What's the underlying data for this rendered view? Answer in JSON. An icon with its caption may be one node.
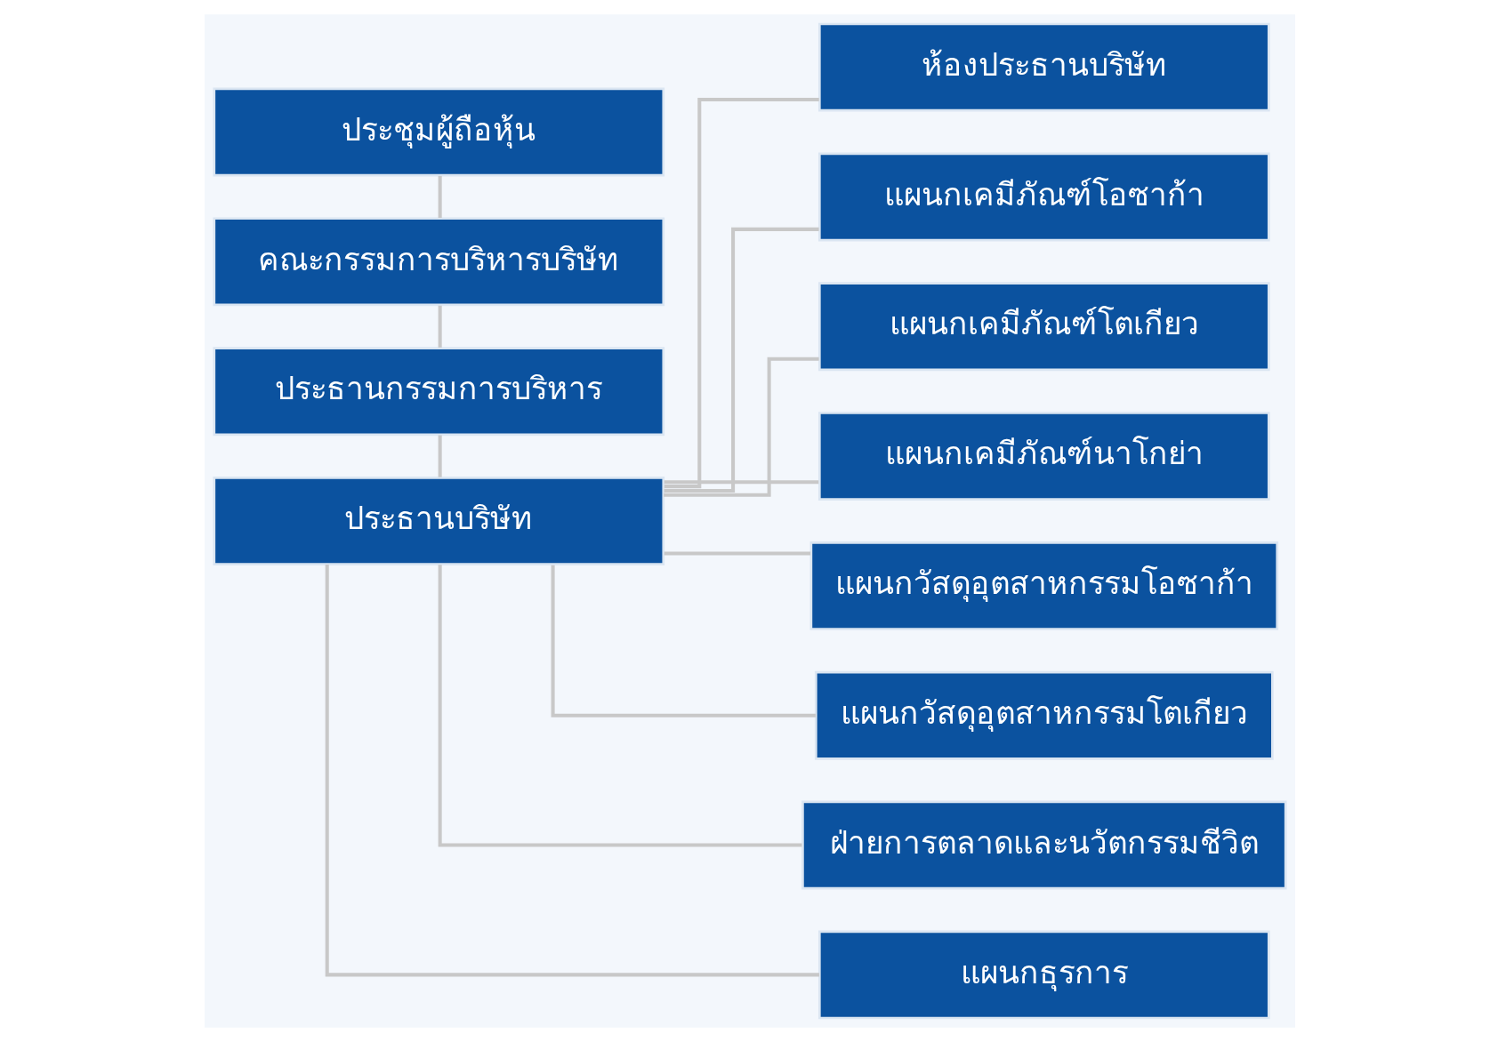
{
  "diagram": {
    "nodes": [
      {
        "text": [
          "ประชุมผู้ถือหุ้น"
        ]
      },
      {
        "text": [
          "คณะกรรมการบริหารบริษัท"
        ]
      },
      {
        "text": [
          "ประธานกรรมการบริหาร"
        ]
      },
      {
        "text": [
          "ประธานบริษัท"
        ]
      },
      {
        "text": [
          "ห้องประธานบริษัท"
        ]
      },
      {
        "text": [
          "แผนกเคมีภัณฑ์โอซาก้า"
        ]
      },
      {
        "text": [
          "แผนกเคมีภัณฑ์โตเกียว"
        ]
      },
      {
        "text": [
          "แผนกเคมีภัณฑ์นาโกย่า"
        ]
      },
      {
        "text": [
          "แผนกวัสดุอุตสาหกรรมโอซาก้า"
        ]
      },
      {
        "text": [
          "แผนกวัสดุอุตสาหกรรมโตเกียว"
        ]
      },
      {
        "text": [
          "ฝ่ายการตลาดและนวัตกรรมชีวิต"
        ]
      },
      {
        "text": [
          "แผนกธุรการ"
        ]
      }
    ],
    "edges": [
      {
        "from": 0,
        "to": 1,
        "arrow": "none"
      },
      {
        "from": 1,
        "to": 2,
        "arrow": "none"
      },
      {
        "from": 2,
        "to": 3,
        "arrow": "none"
      },
      {
        "from": 3,
        "to": 4,
        "arrow": "none"
      },
      {
        "from": 3,
        "to": 5,
        "arrow": "none"
      },
      {
        "from": 3,
        "to": 6,
        "arrow": "none"
      },
      {
        "from": 3,
        "to": 7,
        "arrow": "none"
      },
      {
        "from": 3,
        "to": 8,
        "arrow": "none"
      },
      {
        "from": 3,
        "to": 9,
        "arrow": "none"
      },
      {
        "from": 3,
        "to": 10,
        "arrow": "none"
      },
      {
        "from": 3,
        "to": 11,
        "arrow": "none"
      }
    ]
  }
}
